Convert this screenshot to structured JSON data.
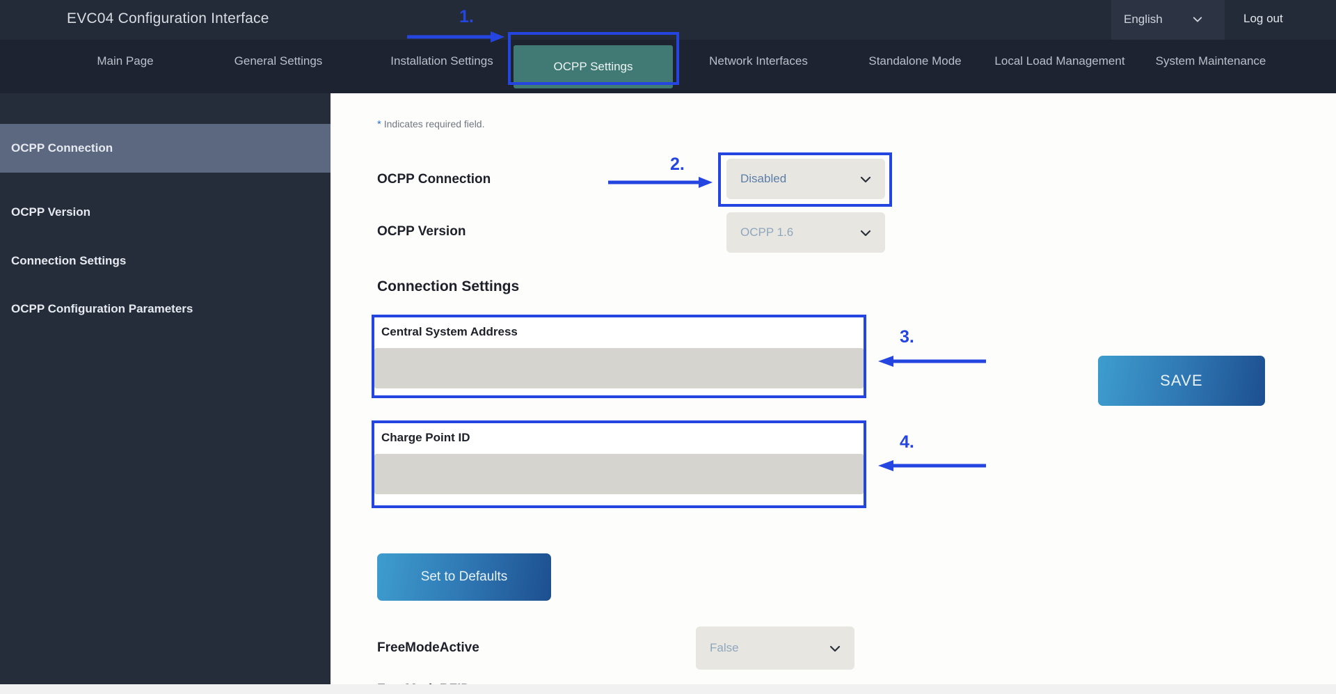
{
  "header": {
    "app_title": "EVC04 Configuration Interface",
    "language": "English",
    "language_chevron_icon": "chevron-down-icon",
    "logout": "Log out"
  },
  "tabs": [
    {
      "label": "Main Page",
      "active": false
    },
    {
      "label": "General Settings",
      "active": false
    },
    {
      "label": "Installation Settings",
      "active": false
    },
    {
      "label": "OCPP Settings",
      "active": true
    },
    {
      "label": "Network Interfaces",
      "active": false
    },
    {
      "label": "Standalone Mode",
      "active": false
    },
    {
      "label": "Local Load Management",
      "active": false
    },
    {
      "label": "System Maintenance",
      "active": false
    }
  ],
  "sidebar": {
    "items": [
      {
        "label": "OCPP Connection",
        "active": true
      },
      {
        "label": "OCPP Version",
        "active": false
      },
      {
        "label": "Connection Settings",
        "active": false
      },
      {
        "label": "OCPP Configuration Parameters",
        "active": false
      }
    ]
  },
  "main": {
    "required_star": "*",
    "required_note": "Indicates required field.",
    "ocpp_connection": {
      "label": "OCPP Connection",
      "value": "Disabled",
      "chevron_icon": "chevron-down-icon"
    },
    "ocpp_version": {
      "label": "OCPP Version",
      "value": "OCPP 1.6",
      "chevron_icon": "chevron-down-icon"
    },
    "connection_settings_title": "Connection Settings",
    "central_system_address": {
      "label": "Central System Address",
      "value": "",
      "placeholder": ""
    },
    "charge_point_id": {
      "label": "Charge Point ID",
      "value": "",
      "placeholder": ""
    },
    "set_to_defaults_label": "Set to Defaults",
    "free_mode_active": {
      "label": "FreeModeActive",
      "value": "False",
      "chevron_icon": "chevron-down-icon"
    },
    "free_mode_rfid": {
      "label": "FreeModeRFID"
    },
    "save_label": "SAVE"
  },
  "annotations": [
    {
      "num": "1.",
      "target": "tab-ocpp-settings"
    },
    {
      "num": "2.",
      "target": "ocpp-connection-dropdown"
    },
    {
      "num": "3.",
      "target": "central-system-address-field"
    },
    {
      "num": "4.",
      "target": "charge-point-id-field"
    }
  ],
  "colors": {
    "topbar": "#242b38",
    "tabbar": "#1d2330",
    "sidebar": "#262d3a",
    "sidebar_active": "#5b6880",
    "tab_active": "#417a74",
    "annotation": "#2545e0",
    "dropdown_bg": "#e8e6e1",
    "input_bg": "#d6d4cf",
    "button_gradient_from": "#3e9dce",
    "button_gradient_to": "#1d4f8f"
  }
}
